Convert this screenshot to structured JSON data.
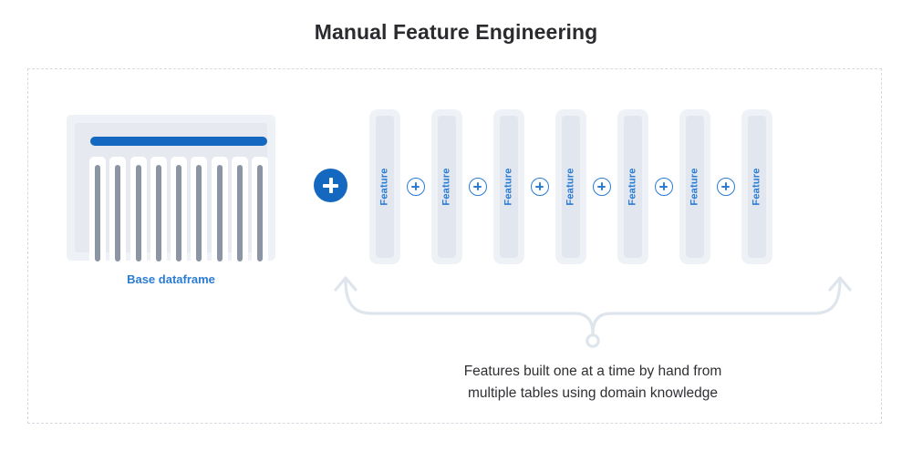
{
  "page": {
    "title": "Manual Feature Engineering",
    "background_color": "#ffffff"
  },
  "colors": {
    "accent_blue": "#1568c0",
    "label_blue": "#2a7cd4",
    "bar_light": "#eef1f6",
    "bar_inner": "#e2e7ef",
    "column_gray": "#8b95a3",
    "dashed_border": "#d6dae0",
    "brace_gray": "#dfe5ec",
    "title_text": "#2b2b2f",
    "caption_text": "#2f3034"
  },
  "dataframe": {
    "label": "Base dataframe",
    "header_bar": "header-bar",
    "column_count": 9,
    "columns": [
      "column",
      "column",
      "column",
      "column",
      "column",
      "column",
      "column",
      "column",
      "column"
    ]
  },
  "operators": {
    "main_plus": "+",
    "join_plus": "+",
    "join_count": 6
  },
  "features": {
    "label": "Feature",
    "count": 7,
    "items": [
      {
        "label": "Feature"
      },
      {
        "label": "Feature"
      },
      {
        "label": "Feature"
      },
      {
        "label": "Feature"
      },
      {
        "label": "Feature"
      },
      {
        "label": "Feature"
      },
      {
        "label": "Feature"
      }
    ]
  },
  "annotation": {
    "brace": "curly-brace-up-arrows",
    "caption_line_1": "Features built one at a time by hand from",
    "caption_line_2": "multiple tables using domain knowledge"
  }
}
